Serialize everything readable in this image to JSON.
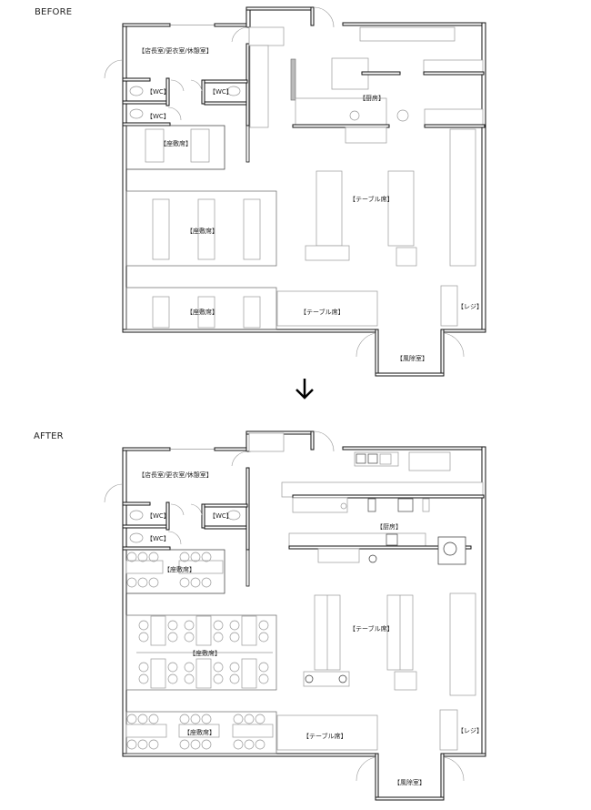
{
  "before": {
    "caption": "BEFORE",
    "rooms": {
      "office": "【店長室/更衣室/休憩室】",
      "wc1": "【WC】",
      "wc2": "【WC】",
      "wc3": "【WC】",
      "kitchen": "【厨房】",
      "zashiki1": "【座敷席】",
      "zashiki2": "【座敷席】",
      "zashiki3": "【座敷席】",
      "table1": "【テーブル席】",
      "table2": "【テーブル席】",
      "register": "【レジ】",
      "vestibule": "【風除室】"
    }
  },
  "arrow": {
    "icon": "down-arrow-icon",
    "glyph": "↓"
  },
  "after": {
    "caption": "AFTER",
    "rooms": {
      "office": "【店長室/更衣室/休憩室】",
      "wc1": "【WC】",
      "wc2": "【WC】",
      "wc3": "【WC】",
      "kitchen": "【厨房】",
      "zashiki1": "【座敷席】",
      "zashiki2": "【座敷席】",
      "zashiki3": "【座敷席】",
      "table1": "【テーブル席】",
      "table2": "【テーブル席】",
      "register": "【レジ】",
      "vestibule": "【風除室】"
    }
  }
}
